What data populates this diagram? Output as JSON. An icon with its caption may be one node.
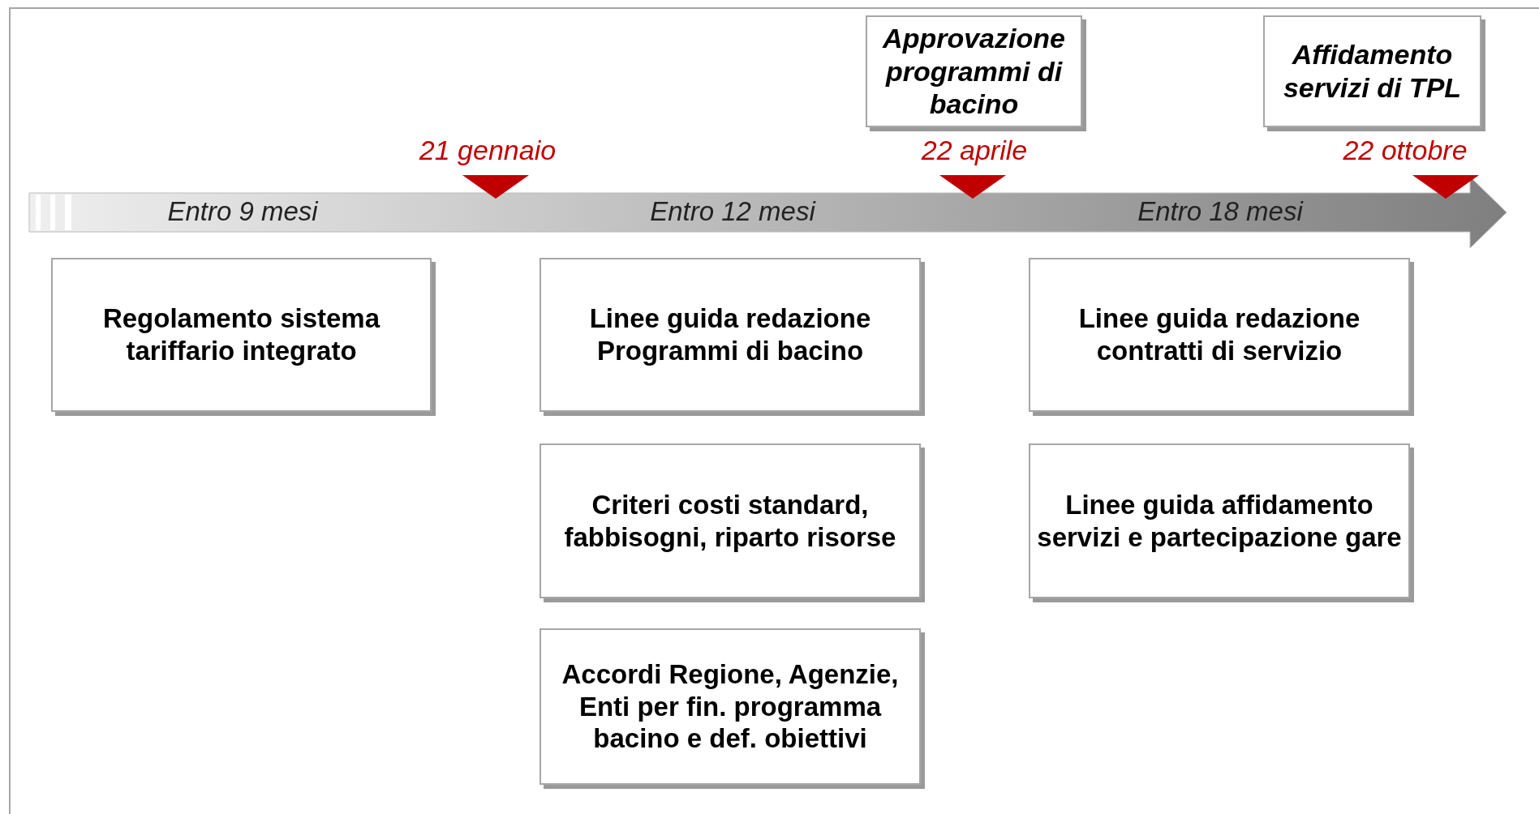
{
  "diagram": {
    "nodes": [
      {
        "text": [
          "Approvazione programmi di bacino"
        ]
      },
      {
        "text": [
          "Affidamento servizi di TPL"
        ]
      },
      {
        "text": [
          "Regolamento sistema tariffario integrato"
        ]
      },
      {
        "text": [
          "Linee guida redazione Programmi di bacino"
        ]
      },
      {
        "text": [
          "Linee guida redazione contratti di servizio"
        ]
      },
      {
        "text": [
          "Criteri costi standard, fabbisogni, riparto risorse"
        ]
      },
      {
        "text": [
          "Linee guida affidamento servizi e partecipazione gare"
        ]
      },
      {
        "text": [
          "Accordi Regione, Agenzie, Enti per fin. programma bacino e def. obiettivi"
        ]
      }
    ],
    "edges": [],
    "labels": [
      "21 gennaio",
      "22 aprile",
      "22 ottobre",
      "Entro 9 mesi",
      "Entro 12 mesi",
      "Entro 18 mesi"
    ]
  }
}
